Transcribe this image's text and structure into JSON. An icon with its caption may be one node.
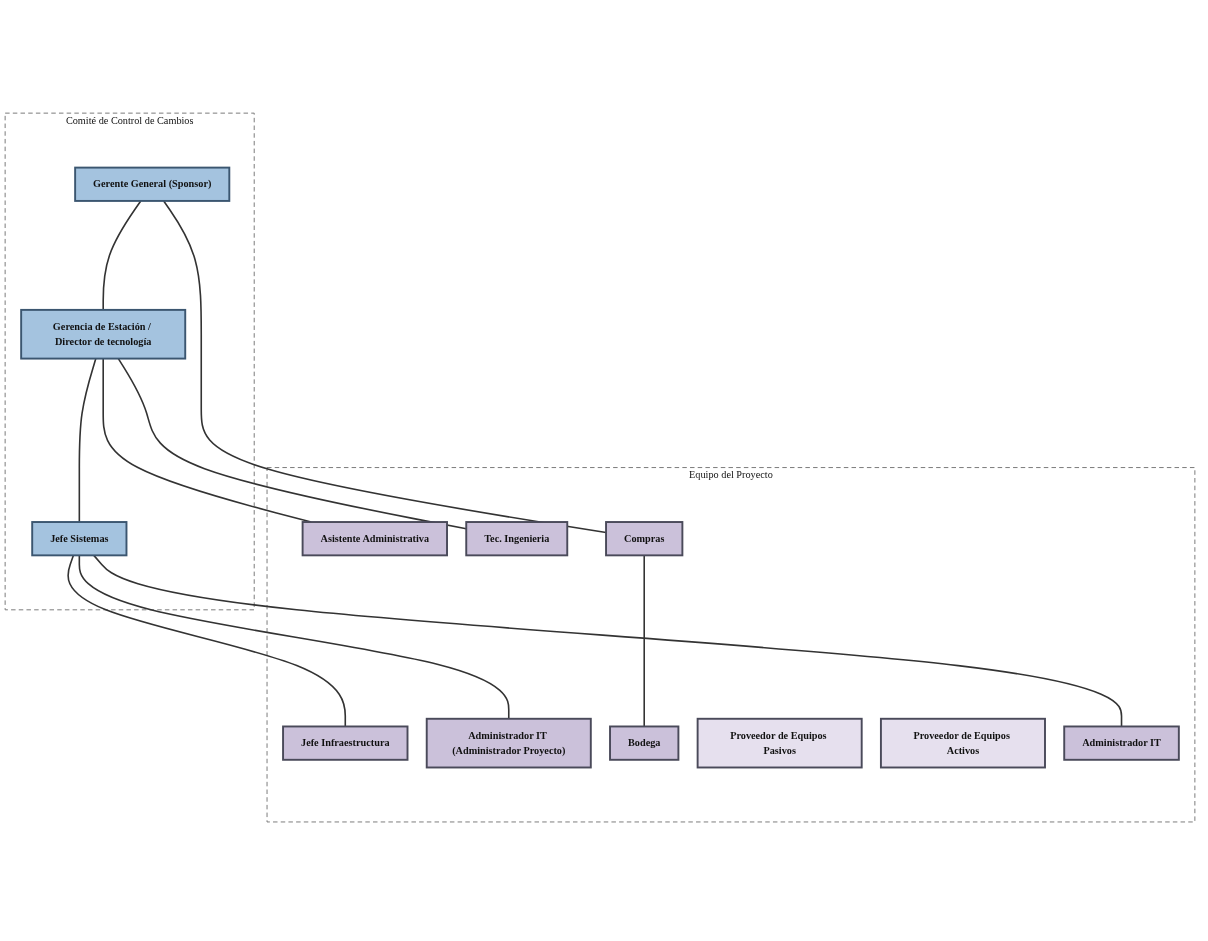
{
  "diagram": {
    "nodes": [
      {
        "text": [
          "Comité de Control de Cambios"
        ]
      },
      {
        "text": [
          "Gerente General (Sponsor)"
        ],
        "in": 0
      },
      {
        "text": [
          "Gerencia de Estación / Director de tecnología"
        ],
        "in": 0
      },
      {
        "text": [
          "Jefe Sistemas"
        ],
        "in": 0
      },
      {
        "text": [
          "Equipo del Proyecto"
        ]
      },
      {
        "text": [
          "Asistente Administrativa"
        ],
        "in": 4
      },
      {
        "text": [
          "Tec. Ingenieria"
        ],
        "in": 4
      },
      {
        "text": [
          "Jefe Infraestructura"
        ],
        "in": 4
      },
      {
        "text": [
          "Compras"
        ],
        "in": 4
      },
      {
        "text": [
          "Administrador IT (Administrador Proyecto)"
        ],
        "in": 4
      },
      {
        "text": [
          "Bodega"
        ],
        "in": 4
      },
      {
        "text": [
          "Proveedor de Equipos Pasivos"
        ],
        "in": 4
      },
      {
        "text": [
          "Proveedor de Equipos Activos"
        ],
        "in": 4
      },
      {
        "text": [
          "Administrador IT"
        ],
        "in": 4
      }
    ],
    "edges": [
      {
        "from": 1,
        "to": 2,
        "arrow": "none"
      },
      {
        "from": 1,
        "to": 8,
        "arrow": "none"
      },
      {
        "from": 2,
        "to": 5,
        "arrow": "none"
      },
      {
        "from": 2,
        "to": 6,
        "arrow": "none"
      },
      {
        "from": 2,
        "to": 3,
        "arrow": "none"
      },
      {
        "from": 3,
        "to": 7,
        "arrow": "none"
      },
      {
        "from": 3,
        "to": 9,
        "arrow": "none"
      },
      {
        "from": 3,
        "to": 13,
        "arrow": "none"
      },
      {
        "from": 8,
        "to": 10,
        "arrow": "none"
      }
    ]
  }
}
